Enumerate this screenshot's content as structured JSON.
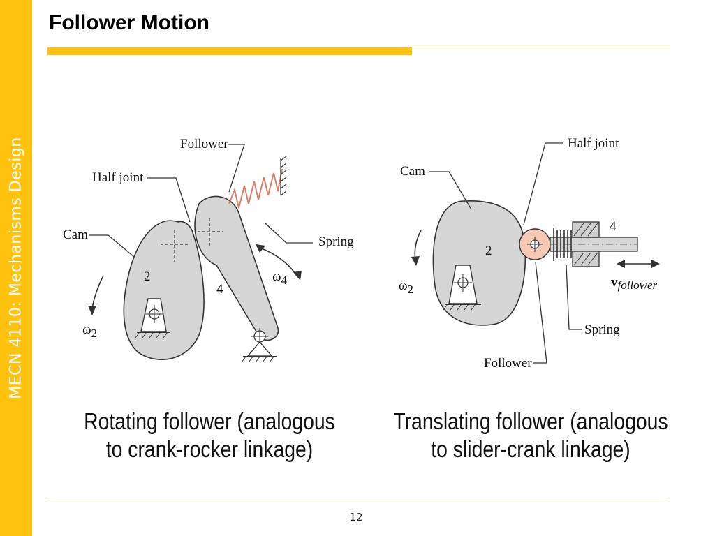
{
  "slide": {
    "title": "Follower Motion",
    "course": "MECN 4110: Mechanisms Design",
    "page_number": "12"
  },
  "colors": {
    "accent": "#FFC20E",
    "cam_fill": "#D6D6D6",
    "follower_roller_fill": "#F5C9B4",
    "spring_color": "#D9806A"
  },
  "left_figure": {
    "labels": {
      "follower": "Follower",
      "half_joint": "Half joint",
      "cam": "Cam",
      "spring": "Spring",
      "cam_number": "2",
      "link_number": "4",
      "omega2_symbol": "ω",
      "omega2_sub": "2",
      "omega4_symbol": "ω",
      "omega4_sub": "4"
    },
    "caption_line1": "Rotating follower (analogous",
    "caption_line2": "to crank-rocker linkage)"
  },
  "right_figure": {
    "labels": {
      "half_joint": "Half joint",
      "cam": "Cam",
      "spring": "Spring",
      "follower": "Follower",
      "cam_number": "2",
      "link_number": "4",
      "omega2_symbol": "ω",
      "omega2_sub": "2",
      "velocity_symbol": "v",
      "velocity_sub": "follower"
    },
    "caption_line1": "Translating follower (analogous",
    "caption_line2": "to slider-crank linkage)"
  }
}
